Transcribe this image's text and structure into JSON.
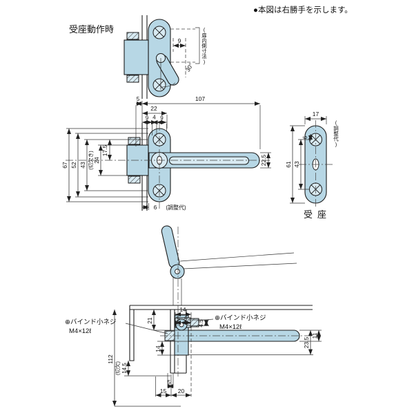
{
  "note": "●本図は右勝手を示します。",
  "op": {
    "title": "受座動作時",
    "d9": "9",
    "angle": "30°",
    "note_v": "(扉内側寸法)"
  },
  "front": {
    "d5": "5",
    "d107": "107",
    "d22": "22",
    "d9a": "9",
    "d4": "4",
    "d9b": "9",
    "d67": "67",
    "d52": "52",
    "d43": "43",
    "d24": "24",
    "kiri": "(切欠き)",
    "d175": "17.5",
    "d225": "22.5",
    "d6": "6",
    "adj": "(調整代)"
  },
  "seat": {
    "d17": "17",
    "d6": "6",
    "adj": "(調整代)",
    "d61": "61",
    "d43": "43",
    "label": "受座"
  },
  "sec": {
    "screw1a": "⊕バインド小ネジ",
    "screw1b": "M4×12ℓ",
    "screw2a": "⊕バインド小ネジ",
    "screw2b": "M4×12ℓ",
    "d14t": "14",
    "d5a": "5",
    "d9": "9",
    "d45": "4.5",
    "d21": "21",
    "d14b": "14",
    "d112": "112",
    "d145": "14.5",
    "kiri": "(切欠)",
    "d15": "15",
    "d20": "20",
    "d5b": "5",
    "d235": "23.5",
    "d11": "11"
  },
  "colors": {
    "metal": "#b7d7e5",
    "metal_light": "#d8eaf2",
    "line": "#1b1b1b"
  }
}
